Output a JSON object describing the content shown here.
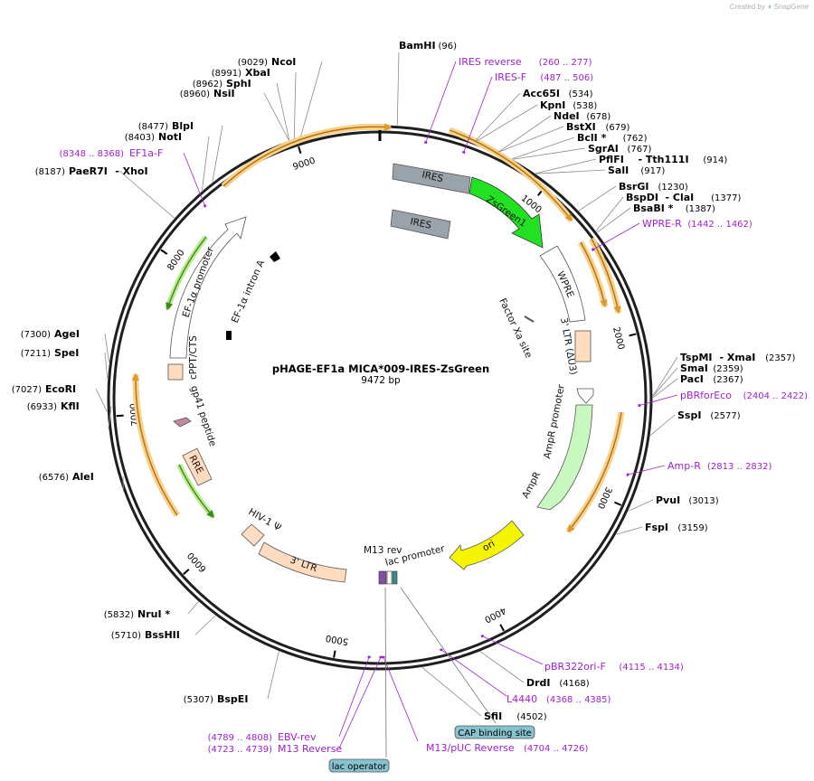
{
  "credit": {
    "prefix": "Created by",
    "logo": "SnapGene",
    "icon": "snapgene-logo-icon"
  },
  "plasmid": {
    "name": "pHAGE-EF1a MICA*009-IRES-ZsGreen",
    "size_label": "9472 bp",
    "length": 9472
  },
  "colors": {
    "ring": "#1f1f1f",
    "enzyme": "#000000",
    "primer": "#a020d0",
    "orf_outline": "#d99a2b",
    "annotation_box": "#87c2cf"
  },
  "ticks": [
    {
      "pos": 1000,
      "label": "1000"
    },
    {
      "pos": 2000,
      "label": "2000"
    },
    {
      "pos": 3000,
      "label": "3000"
    },
    {
      "pos": 4000,
      "label": "4000"
    },
    {
      "pos": 5000,
      "label": "5000"
    },
    {
      "pos": 6000,
      "label": "6000"
    },
    {
      "pos": 7000,
      "label": "7000"
    },
    {
      "pos": 8000,
      "label": "8000"
    },
    {
      "pos": 9000,
      "label": "9000"
    }
  ],
  "enzymes": [
    {
      "name": "BamHI",
      "pos": "(96)",
      "site": 96
    },
    {
      "name": "Acc65I",
      "pos": "(534)",
      "site": 534
    },
    {
      "name": "KpnI",
      "pos": "(538)",
      "site": 538
    },
    {
      "name": "NdeI",
      "pos": "(678)",
      "site": 678
    },
    {
      "name": "BstXI",
      "pos": "(679)",
      "site": 679
    },
    {
      "name": "BclI *",
      "pos": "(762)",
      "site": 762
    },
    {
      "name": "SgrAI",
      "pos": "(767)",
      "site": 767
    },
    {
      "name": "PflFI",
      "name2": "- Tth111I",
      "pos": "(914)",
      "site": 914
    },
    {
      "name": "SalI",
      "pos": "(917)",
      "site": 917
    },
    {
      "name": "BsrGI",
      "pos": "(1230)",
      "site": 1230
    },
    {
      "name": "BspDI",
      "name2": "- ClaI",
      "pos": "(1377)",
      "site": 1377
    },
    {
      "name": "BsaBI *",
      "pos": "(1387)",
      "site": 1387
    },
    {
      "name": "TspMI",
      "name2": "- XmaI",
      "pos": "(2357)",
      "site": 2357
    },
    {
      "name": "SmaI",
      "pos": "(2359)",
      "site": 2359
    },
    {
      "name": "PacI",
      "pos": "(2367)",
      "site": 2367
    },
    {
      "name": "SspI",
      "pos": "(2577)",
      "site": 2577
    },
    {
      "name": "PvuI",
      "pos": "(3013)",
      "site": 3013
    },
    {
      "name": "FspI",
      "pos": "(3159)",
      "site": 3159
    },
    {
      "name": "DrdI",
      "pos": "(4168)",
      "site": 4168
    },
    {
      "name": "SfiI",
      "pos": "(4502)",
      "site": 4502
    },
    {
      "name": "BspEI",
      "pos": "(5307)",
      "site": 5307
    },
    {
      "name": "BssHII",
      "pos": "(5710)",
      "site": 5710
    },
    {
      "name": "NruI *",
      "pos": "(5832)",
      "site": 5832
    },
    {
      "name": "AleI",
      "pos": "(6576)",
      "site": 6576
    },
    {
      "name": "KflI",
      "pos": "(6933)",
      "site": 6933
    },
    {
      "name": "EcoRI",
      "pos": "(7027)",
      "site": 7027
    },
    {
      "name": "SpeI",
      "pos": "(7211)",
      "site": 7211
    },
    {
      "name": "AgeI",
      "pos": "(7300)",
      "site": 7300
    },
    {
      "name": "PaeR7I",
      "name2": "- XhoI",
      "pos": "(8187)",
      "site": 8187
    },
    {
      "name": "NotI",
      "pos": "(8403)",
      "site": 8403
    },
    {
      "name": "BlpI",
      "pos": "(8477)",
      "site": 8477
    },
    {
      "name": "NsiI",
      "pos": "(8960)",
      "site": 8960
    },
    {
      "name": "SphI",
      "pos": "(8962)",
      "site": 8962
    },
    {
      "name": "XbaI",
      "pos": "(8991)",
      "site": 8991
    },
    {
      "name": "NcoI",
      "pos": "(9029)",
      "site": 9029
    }
  ],
  "primers": [
    {
      "name": "IRES reverse",
      "pos": "(260 .. 277)",
      "site": 268
    },
    {
      "name": "IRES-F",
      "pos": "(487 .. 506)",
      "site": 496
    },
    {
      "name": "WPRE-R",
      "pos": "(1442 .. 1462)",
      "site": 1452
    },
    {
      "name": "pBRforEco",
      "pos": "(2404 .. 2422)",
      "site": 2413
    },
    {
      "name": "Amp-R",
      "pos": "(2813 .. 2832)",
      "site": 2822
    },
    {
      "name": "pBR322ori-F",
      "pos": "(4115 .. 4134)",
      "site": 4124
    },
    {
      "name": "L4440",
      "pos": "(4368 .. 4385)",
      "site": 4376
    },
    {
      "name": "M13/pUC Reverse",
      "pos": "(4704 .. 4726)",
      "site": 4715
    },
    {
      "name": "M13 Reverse",
      "pos": "(4723 .. 4739)",
      "site": 4731
    },
    {
      "name": "EBV-rev",
      "pos": "(4789 .. 4808)",
      "site": 4798
    },
    {
      "name": "EF1a-F",
      "pos": "(8348 .. 8368)",
      "site": 8358
    }
  ],
  "annotation_boxes": [
    {
      "label": "CAP binding site"
    },
    {
      "label": "lac operator"
    }
  ],
  "features": [
    {
      "label": "IRES",
      "color": "#9aa3ab"
    },
    {
      "label": "IRES",
      "color": "#9aa3ab"
    },
    {
      "label": "ZsGreen1",
      "color": "#22e022"
    },
    {
      "label": "WPRE",
      "color": "#ffffff"
    },
    {
      "label": "3' LTR (ΔU3)",
      "color": "#ffdcbf"
    },
    {
      "label": "AmpR promoter",
      "color": "#ffffff"
    },
    {
      "label": "AmpR",
      "color": "#c8f7c0"
    },
    {
      "label": "ori",
      "color": "#f5f500"
    },
    {
      "label": "lac promoter",
      "color": "#7f4fa0"
    },
    {
      "label": "M13 rev",
      "color": "#000000"
    },
    {
      "label": "3' LTR",
      "color": "#ffdcbf"
    },
    {
      "label": "HIV-1 Ψ",
      "color": "#ffdcbf"
    },
    {
      "label": "RRE",
      "color": "#ffdcbf"
    },
    {
      "label": "gp41 peptide",
      "color": "#c28aa0"
    },
    {
      "label": "cPPT/CTS",
      "color": "#ffdcbf"
    },
    {
      "label": "EF-1α promoter",
      "color": "#ffffff"
    },
    {
      "label": "EF-1α intron A",
      "color": "#000000"
    },
    {
      "label": "Factor Xa site",
      "color": "#000000"
    }
  ]
}
